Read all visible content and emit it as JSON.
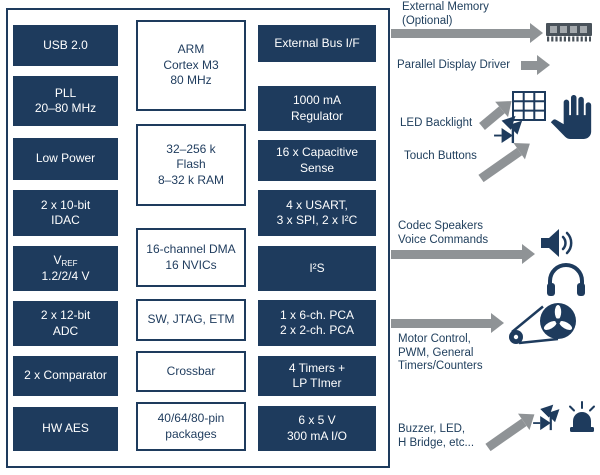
{
  "colors": {
    "navy": "#1e3b5d",
    "arrow": "#8f9396",
    "memory": "#49525a",
    "text": "#21405e",
    "bg": "#ffffff"
  },
  "chip": {
    "left": [
      {
        "label": "USB 2.0"
      },
      {
        "label": "PLL\n20–80 MHz"
      },
      {
        "label": "Low Power"
      },
      {
        "label": "2 x 10-bit\nIDAC"
      },
      {
        "main": "V",
        "sub": "REF",
        "line2": "1.2/2/4 V"
      },
      {
        "label": "2 x 12-bit\nADC"
      },
      {
        "label": "2 x Comparator"
      },
      {
        "label": "HW AES"
      }
    ],
    "middle": [
      {
        "label": "ARM\nCortex M3\n80 MHz"
      },
      {
        "label": "32–256 k\nFlash\n8–32 k RAM"
      },
      {
        "label": "16-channel DMA\n16 NVICs"
      },
      {
        "label": "SW, JTAG, ETM"
      },
      {
        "label": "Crossbar"
      },
      {
        "label": "40/64/80-pin\npackages"
      }
    ],
    "right": [
      {
        "label": "External Bus I/F"
      },
      {
        "label": "1000 mA\nRegulator"
      },
      {
        "label": "16 x Capacitive\nSense"
      },
      {
        "label": "4 x USART,\n3 x SPI, 2 x I²C"
      },
      {
        "label": "I²S"
      },
      {
        "label": "1 x 6-ch. PCA\n2 x 2-ch. PCA"
      },
      {
        "label": "4 Timers +\nLP TImer"
      },
      {
        "label": "6 x 5 V\n300 mA I/O"
      }
    ]
  },
  "annotations": {
    "external_memory": "External Memory\n(Optional)",
    "parallel_display": "Parallel Display Driver",
    "led_backlight": "LED Backlight",
    "touch_buttons": "Touch Buttons",
    "codec": "Codec Speakers\nVoice Commands",
    "motor": "Motor Control,\nPWM, General\nTimers/Counters",
    "buzzer": "Buzzer, LED,\nH Bridge, etc..."
  },
  "icons": [
    "memory-module-icon",
    "led-matrix-icon",
    "touch-hand-icon",
    "led-icon",
    "speaker-icon",
    "headphones-icon",
    "motor-icon",
    "led-icon-2",
    "buzzer-icon"
  ]
}
